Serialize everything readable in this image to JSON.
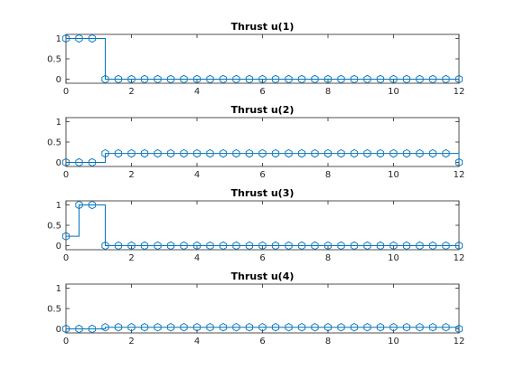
{
  "colors": {
    "series": "#0072BD",
    "axis": "#262626",
    "background": "#ffffff"
  },
  "chart_data": [
    {
      "type": "line",
      "title": "Thrust u(1)",
      "xlim": [
        0,
        12
      ],
      "ylim": [
        -0.1,
        1.1
      ],
      "xticks": [
        0,
        2,
        4,
        6,
        8,
        10,
        12
      ],
      "yticks": [
        0,
        0.5,
        1
      ],
      "grid": false,
      "x": [
        0,
        0.4,
        0.8,
        1.2,
        1.6,
        2,
        2.4,
        2.8,
        3.2,
        3.6,
        4,
        4.4,
        4.8,
        5.2,
        5.6,
        6,
        6.4,
        6.8,
        7.2,
        7.6,
        8,
        8.4,
        8.8,
        9.2,
        9.6,
        10,
        10.4,
        10.8,
        11.2,
        11.6,
        12
      ],
      "values": [
        1,
        1,
        1,
        0,
        0,
        0,
        0,
        0,
        0,
        0,
        0,
        0,
        0,
        0,
        0,
        0,
        0,
        0,
        0,
        0,
        0,
        0,
        0,
        0,
        0,
        0,
        0,
        0,
        0,
        0,
        0
      ]
    },
    {
      "type": "line",
      "title": "Thrust u(2)",
      "xlim": [
        0,
        12
      ],
      "ylim": [
        -0.1,
        1.1
      ],
      "xticks": [
        0,
        2,
        4,
        6,
        8,
        10,
        12
      ],
      "yticks": [
        0,
        0.5,
        1
      ],
      "grid": false,
      "x": [
        0,
        0.4,
        0.8,
        1.2,
        1.6,
        2,
        2.4,
        2.8,
        3.2,
        3.6,
        4,
        4.4,
        4.8,
        5.2,
        5.6,
        6,
        6.4,
        6.8,
        7.2,
        7.6,
        8,
        8.4,
        8.8,
        9.2,
        9.6,
        10,
        10.4,
        10.8,
        11.2,
        11.6,
        12
      ],
      "values": [
        0,
        0,
        0,
        0.22,
        0.22,
        0.22,
        0.22,
        0.22,
        0.22,
        0.22,
        0.22,
        0.22,
        0.22,
        0.22,
        0.22,
        0.22,
        0.22,
        0.22,
        0.22,
        0.22,
        0.22,
        0.22,
        0.22,
        0.22,
        0.22,
        0.22,
        0.22,
        0.22,
        0.22,
        0.22,
        0
      ]
    },
    {
      "type": "line",
      "title": "Thrust u(3)",
      "xlim": [
        0,
        12
      ],
      "ylim": [
        -0.1,
        1.1
      ],
      "xticks": [
        0,
        2,
        4,
        6,
        8,
        10,
        12
      ],
      "yticks": [
        0,
        0.5,
        1
      ],
      "grid": false,
      "x": [
        0,
        0.4,
        0.8,
        1.2,
        1.6,
        2,
        2.4,
        2.8,
        3.2,
        3.6,
        4,
        4.4,
        4.8,
        5.2,
        5.6,
        6,
        6.4,
        6.8,
        7.2,
        7.6,
        8,
        8.4,
        8.8,
        9.2,
        9.6,
        10,
        10.4,
        10.8,
        11.2,
        11.6,
        12
      ],
      "values": [
        0.23,
        1,
        1,
        0,
        0,
        0,
        0,
        0,
        0,
        0,
        0,
        0,
        0,
        0,
        0,
        0,
        0,
        0,
        0,
        0,
        0,
        0,
        0,
        0,
        0,
        0,
        0,
        0,
        0,
        0,
        0
      ]
    },
    {
      "type": "line",
      "title": "Thrust u(4)",
      "xlim": [
        0,
        12
      ],
      "ylim": [
        -0.1,
        1.1
      ],
      "xticks": [
        0,
        2,
        4,
        6,
        8,
        10,
        12
      ],
      "yticks": [
        0,
        0.5,
        1
      ],
      "grid": false,
      "x": [
        0,
        0.4,
        0.8,
        1.2,
        1.6,
        2,
        2.4,
        2.8,
        3.2,
        3.6,
        4,
        4.4,
        4.8,
        5.2,
        5.6,
        6,
        6.4,
        6.8,
        7.2,
        7.6,
        8,
        8.4,
        8.8,
        9.2,
        9.6,
        10,
        10.4,
        10.8,
        11.2,
        11.6,
        12
      ],
      "values": [
        0,
        0,
        0,
        0.04,
        0.04,
        0.04,
        0.04,
        0.04,
        0.04,
        0.04,
        0.04,
        0.04,
        0.04,
        0.04,
        0.04,
        0.04,
        0.04,
        0.04,
        0.04,
        0.04,
        0.04,
        0.04,
        0.04,
        0.04,
        0.04,
        0.04,
        0.04,
        0.04,
        0.04,
        0.04,
        0
      ]
    }
  ]
}
